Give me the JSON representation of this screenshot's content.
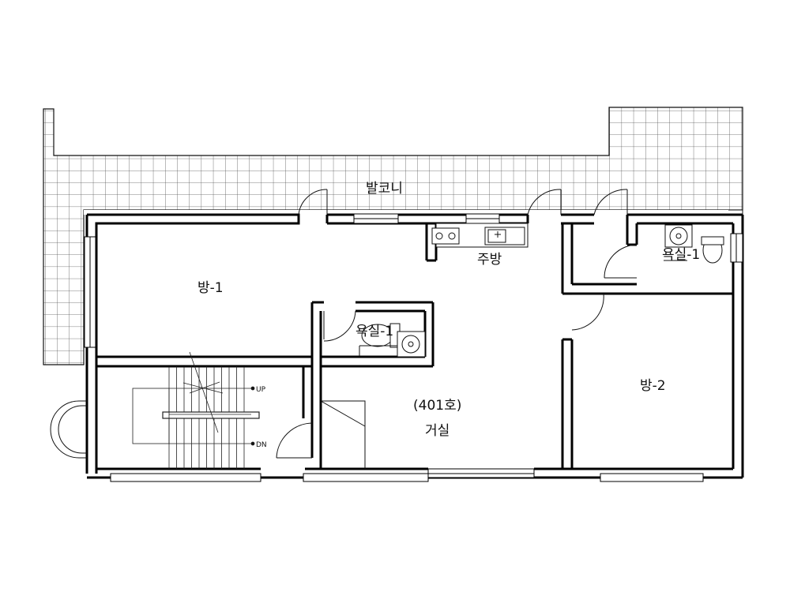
{
  "rooms": {
    "balcony": "발코니",
    "room1": "방-1",
    "room2": "방-2",
    "kitchen": "주방",
    "bath1": "욕실-1",
    "bath2": "욕실-1",
    "unit": "(401호)",
    "living": "거실"
  },
  "stairs": {
    "up": "UP",
    "down": "DN"
  },
  "colors": {
    "wall": "#000000",
    "line": "#111111",
    "grid": "#666666"
  }
}
